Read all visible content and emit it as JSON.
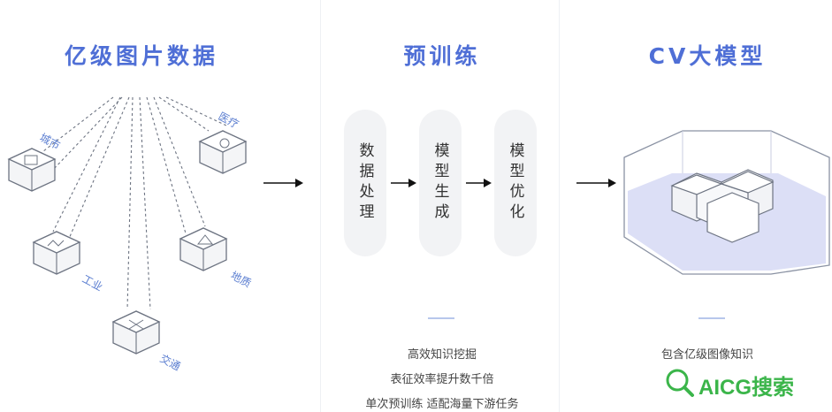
{
  "sections": {
    "data": {
      "title": "亿级图片数据",
      "nodes": [
        "城市",
        "医疗",
        "工业",
        "地质",
        "交通"
      ]
    },
    "pretrain": {
      "title": "预训练",
      "steps": [
        "数据处理",
        "模型生成",
        "模型优化"
      ],
      "features": [
        "高效知识挖掘",
        "表征效率提升数千倍",
        "单次预训练 适配海量下游任务"
      ]
    },
    "model": {
      "title": "CV大模型",
      "features": [
        "包含亿级图像知识"
      ]
    }
  },
  "watermark": {
    "text": "AICG搜索"
  },
  "colors": {
    "accent": "#4f6fd6",
    "watermark_green": "#3bb54a",
    "iso_purple": "#d9dbf6"
  }
}
